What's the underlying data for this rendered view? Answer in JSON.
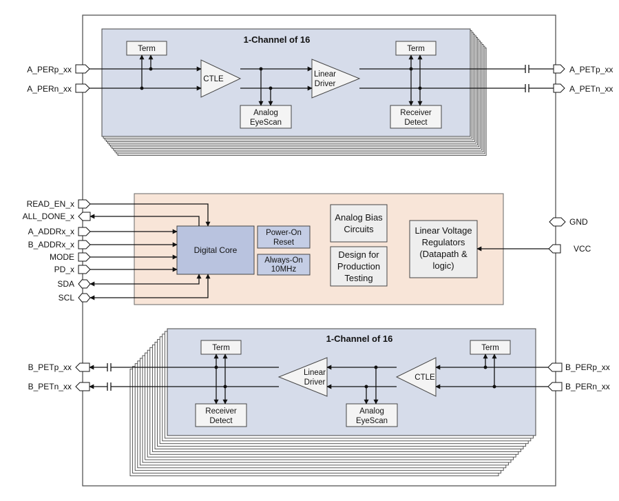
{
  "colors": {
    "channel_fill": "#d6dcea",
    "core_panel_fill": "#f8e5d8",
    "digital_core_fill": "#b9c3df",
    "power_block_fill": "#c4cde5",
    "misc_block_fill": "#eeeeee",
    "block_fill": "#f4f4f4",
    "outline": "#444444"
  },
  "top_channel": {
    "title": "1-Channel of 16",
    "term_left": "Term",
    "term_right": "Term",
    "ctle": "CTLE",
    "linear_driver": [
      "Linear",
      "Driver"
    ],
    "analog_eyescan": [
      "Analog",
      "EyeScan"
    ],
    "receiver_detect": [
      "Receiver",
      "Detect"
    ]
  },
  "bottom_channel": {
    "title": "1-Channel of 16",
    "term_left": "Term",
    "term_right": "Term",
    "ctle": "CTLE",
    "linear_driver": [
      "Linear",
      "Driver"
    ],
    "analog_eyescan": [
      "Analog",
      "EyeScan"
    ],
    "receiver_detect": [
      "Receiver",
      "Detect"
    ]
  },
  "core": {
    "digital_core": "Digital Core",
    "power_on_reset": [
      "Power-On",
      "Reset"
    ],
    "always_on": [
      "Always-On",
      "10MHz"
    ],
    "analog_bias": [
      "Analog Bias",
      "Circuits"
    ],
    "design_for_test": [
      "Design for",
      "Production",
      "Testing"
    ],
    "linear_regulators": [
      "Linear Voltage",
      "Regulators",
      "(Datapath &",
      "logic)"
    ]
  },
  "pins": {
    "a_perp": "A_PERp_xx",
    "a_pern": "A_PERn_xx",
    "a_petp": "A_PETp_xx",
    "a_petn": "A_PETn_xx",
    "read_en": "READ_EN_x",
    "all_done": "ALL_DONE_x",
    "a_addr": "A_ADDRx_x",
    "b_addr": "B_ADDRx_x",
    "mode": "MODE",
    "pd": "PD_x",
    "sda": "SDA",
    "scl": "SCL",
    "gnd": "GND",
    "vcc": "VCC",
    "b_petp": "B_PETp_xx",
    "b_petn": "B_PETn_xx",
    "b_perp": "B_PERp_xx",
    "b_pern": "B_PERn_xx"
  }
}
